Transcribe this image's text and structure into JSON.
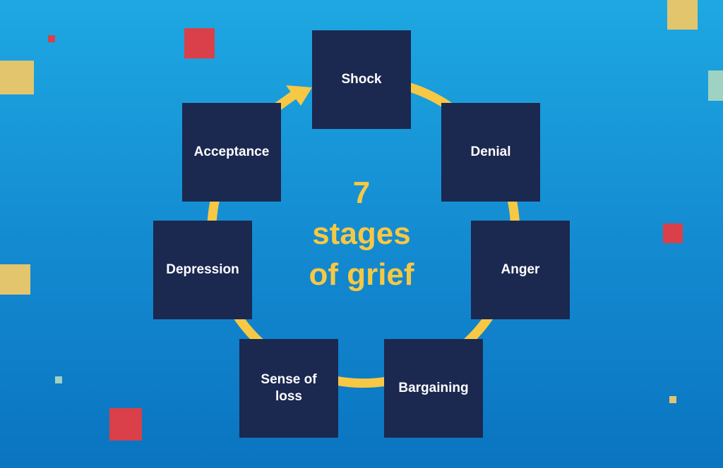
{
  "title": {
    "number": "7",
    "line1": "stages",
    "line2": "of grief"
  },
  "stages": [
    {
      "label": "Shock"
    },
    {
      "label": "Denial"
    },
    {
      "label": "Anger"
    },
    {
      "label": "Bargaining"
    },
    {
      "label": "Sense of\nloss"
    },
    {
      "label": "Depression"
    },
    {
      "label": "Acceptance"
    }
  ],
  "colors": {
    "box": "#1b2850",
    "ring": "#f7c844",
    "text": "#ffffff",
    "accent_red": "#d94049",
    "accent_gold": "#e3c56e",
    "accent_mint": "#9ed3c3"
  }
}
